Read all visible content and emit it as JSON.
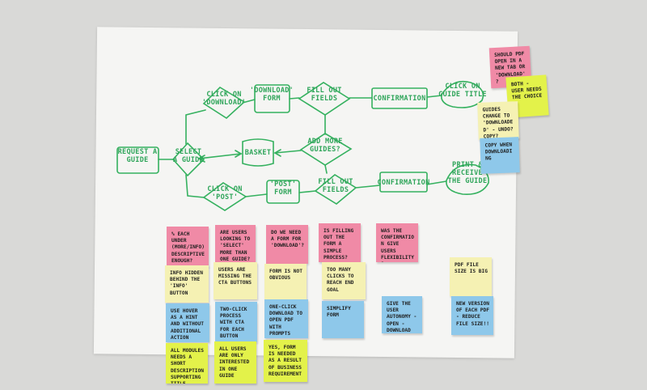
{
  "diagram": {
    "nodes": {
      "request_guide": "REQUEST A GUIDE",
      "select_guide": "SELECT A GUIDE",
      "click_download": "CLICK ON 'DOWNLOAD'",
      "download_form": "'DOWNLOAD' FORM",
      "fill_fields_top": "FILL OUT FIELDS",
      "confirmation_top": "CONFIRMATION",
      "click_guide_title": "CLICK ON GUIDE TITLE",
      "basket": "BASKET",
      "add_more_guides": "ADD MORE GUIDES?",
      "click_post": "CLICK ON 'POST'",
      "post_form": "'POST' FORM",
      "fill_fields_bottom": "FILL OUT FIELDS",
      "confirmation_bottom": "CONFIRMATION",
      "print_guide": "PRINT & RECEIVE THE GUIDE"
    }
  },
  "notes": [
    {
      "id": "pink-top-1",
      "color": "#f08aa6",
      "text": "SHOULD PDF OPEN IN A NEW TAB OR 'DOWNLOAD'?"
    },
    {
      "id": "lime-top-1",
      "color": "#e3f24a",
      "text": "BOTH - USER NEEDS THE CHOICE"
    },
    {
      "id": "yellow-right-1",
      "color": "#f5f1b3",
      "text": "GUIDES CHANGE TO 'DOWNLOADED' - UNDO? COPY?"
    },
    {
      "id": "blue-right-1",
      "color": "#8ec8ea",
      "text": "COPY WHEN DOWNLOADING"
    },
    {
      "id": "pink-col1",
      "color": "#f08aa6",
      "text": "% EACH UNDER (MORE/INFO) DESCRIPTIVE ENOUGH?"
    },
    {
      "id": "yellow-col1",
      "color": "#f5f1b3",
      "text": "INFO HIDDEN BEHIND THE 'INFO' BUTTON"
    },
    {
      "id": "blue-col1",
      "color": "#8ec8ea",
      "text": "USE HOVER AS A HINT AND WITHOUT ADDITIONAL ACTION"
    },
    {
      "id": "lime-col1",
      "color": "#e3f24a",
      "text": "ALL MODULES NEEDS A SHORT DESCRIPTION SUPPORTING TITLE"
    },
    {
      "id": "pink-col2",
      "color": "#f08aa6",
      "text": "ARE USERS LOOKING TO 'SELECT' MORE THAN ONE GUIDE?"
    },
    {
      "id": "yellow-col2",
      "color": "#f5f1b3",
      "text": "USERS ARE MISSING THE CTA BUTTONS"
    },
    {
      "id": "blue-col2",
      "color": "#8ec8ea",
      "text": "TWO-CLICK PROCESS WITH CTA FOR EACH BUTTON"
    },
    {
      "id": "lime-col2",
      "color": "#e3f24a",
      "text": "ALL USERS ARE ONLY INTERESTED IN ONE GUIDE"
    },
    {
      "id": "pink-col3",
      "color": "#f08aa6",
      "text": "DO WE NEED A FORM FOR 'DOWNLOAD'?"
    },
    {
      "id": "yellow-col3",
      "color": "#f5f1b3",
      "text": "FORM IS NOT OBVIOUS"
    },
    {
      "id": "blue-col3",
      "color": "#8ec8ea",
      "text": "ONE-CLICK DOWNLOAD TO OPEN PDF WITH PROMPTS"
    },
    {
      "id": "lime-col3",
      "color": "#e3f24a",
      "text": "YES, FORM IS NEEDED AS A RESULT OF BUSINESS REQUIREMENT"
    },
    {
      "id": "pink-col4",
      "color": "#f08aa6",
      "text": "IS FILLING OUT THE FORM A SIMPLE PROCESS?"
    },
    {
      "id": "yellow-col4",
      "color": "#f5f1b3",
      "text": "TOO MANY CLICKS TO REACH END GOAL"
    },
    {
      "id": "blue-col4",
      "color": "#8ec8ea",
      "text": "SIMPLIFY FORM"
    },
    {
      "id": "pink-col5",
      "color": "#f08aa6",
      "text": "WAS THE CONFIRMATION GIVE USERS FLEXIBILITY?"
    },
    {
      "id": "blue-col5",
      "color": "#8ec8ea",
      "text": "GIVE THE USER AUTONOMY - OPEN - DOWNLOAD"
    },
    {
      "id": "yellow-col6",
      "color": "#f5f1b3",
      "text": "PDF FILE SIZE IS BIG"
    },
    {
      "id": "blue-col6",
      "color": "#8ec8ea",
      "text": "NEW VERSION OF EACH PDF - REDUCE FILE SIZE!!"
    }
  ]
}
